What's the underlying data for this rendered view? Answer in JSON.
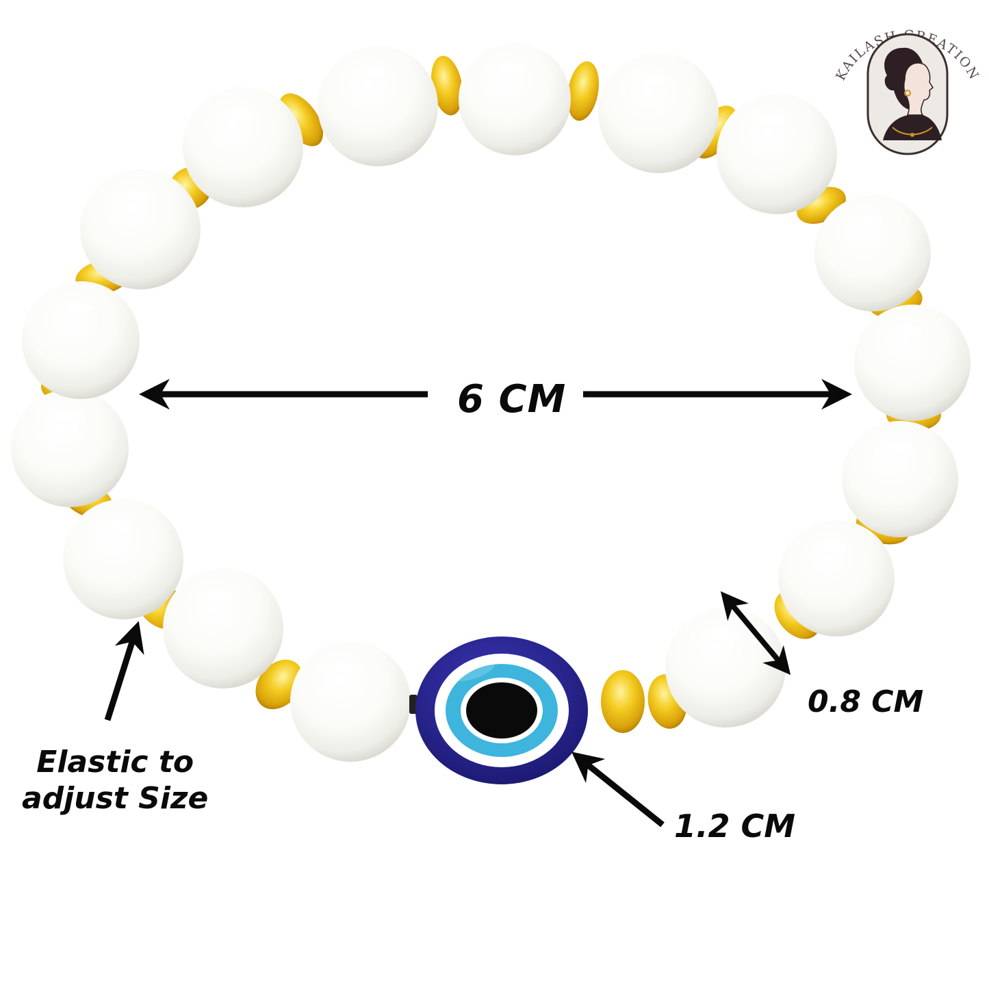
{
  "logo": {
    "brand_text": "KAILASH CREATION",
    "icon": "woman-portrait-logo-icon"
  },
  "annotations": {
    "bracelet_width": "6 CM",
    "bead_size": "0.8 CM",
    "evil_eye_size": "1.2 CM",
    "elastic_line1": "Elastic to",
    "elastic_line2": "adjust Size"
  },
  "colors": {
    "bead_white": "#f7f7f3",
    "spacer_gold": "#f0c41b",
    "eye_navy": "#26238f",
    "eye_sky": "#3db5dd",
    "eye_pupil": "#0a0a0a",
    "arrow": "#0a0a0a",
    "logo_bg": "#ede9e4"
  }
}
